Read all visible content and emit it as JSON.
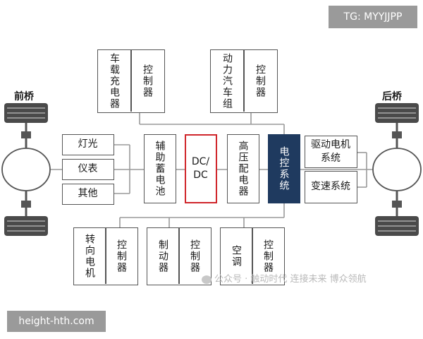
{
  "watermarks": {
    "top_right": "TG: MYYJJPP",
    "bottom_left": "height-hth.com",
    "wechat": "公众号 · 触动时代 连接未来 博众领航"
  },
  "axles": {
    "front": "前桥",
    "rear": "后桥"
  },
  "top_units": {
    "charger": {
      "name": "车载充电器",
      "controller": "控制器"
    },
    "powertrain": {
      "name": "动力汽车组",
      "controller": "控制器"
    }
  },
  "left_loads": [
    "灯光",
    "仪表",
    "其他"
  ],
  "middle": {
    "aux_battery": "辅助蓄电池",
    "dcdc": "DC/\nDC",
    "hv_distribution": "高压配电器",
    "electric_control": "电控系统"
  },
  "right_units": [
    "驱动电机系统",
    "变速系统"
  ],
  "bottom_units": [
    {
      "name": "转向电机",
      "controller": "控制器"
    },
    {
      "name": "制动器",
      "controller": "控制器"
    },
    {
      "name": "空调",
      "controller": "控制器"
    }
  ],
  "colors": {
    "line": "#9a9a9a",
    "border": "#555555",
    "dcdc_border": "#d0262b",
    "electric_control_fill": "#1f3a5f",
    "tire": "#4a4a4a"
  }
}
